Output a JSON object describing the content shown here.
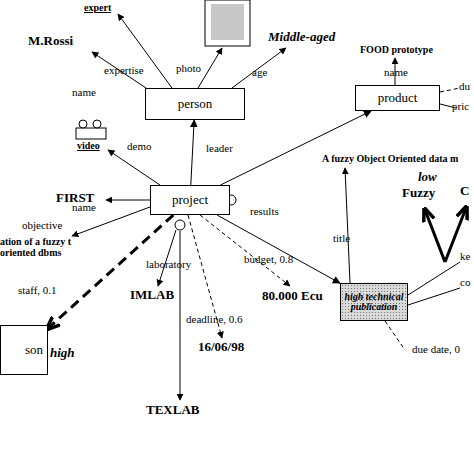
{
  "diagram": {
    "nodes": [
      {
        "text": [
          "person"
        ]
      },
      {
        "text": [
          "product"
        ]
      },
      {
        "text": [
          "project"
        ]
      },
      {
        "text": [
          "high technical publication"
        ]
      },
      {
        "text": [
          "son"
        ]
      }
    ],
    "edges": [
      {
        "from": 2,
        "to": 0,
        "label": "leader",
        "arrow": "to"
      },
      {
        "from": 2,
        "to": 1,
        "arrow": "to"
      },
      {
        "from": 2,
        "to": 3,
        "label": "results",
        "arrow": "to"
      },
      {
        "from": 2,
        "to": 4,
        "label": "staff, 0.1",
        "arrow": "to"
      }
    ],
    "labels": [
      "expert",
      "M.Rossi",
      "name",
      "expertise",
      "photo",
      "age",
      "Middle-aged",
      "video",
      "demo",
      "FIRST",
      "name",
      "objective",
      "ation of a fuzzy t oriented dbms",
      "laboratory",
      "IMLAB",
      "budget, 0.8",
      "80.000 Ecu",
      "deadline, 0.6",
      "16/06/98",
      "TEXLAB",
      "high",
      "FOOD prototype",
      "name",
      "du",
      "pric",
      "A fuzzy Object Oriented data m",
      "title",
      "Fuzzy",
      "low",
      "C",
      "ke",
      "co",
      "due date, 0"
    ]
  }
}
